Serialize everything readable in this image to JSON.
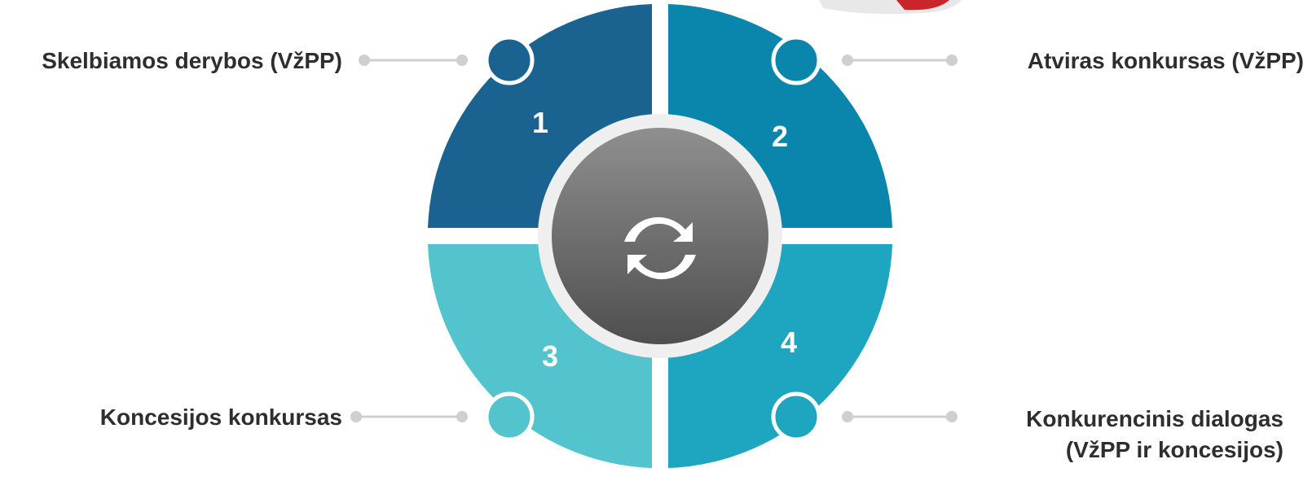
{
  "segments": [
    {
      "number": "1",
      "label": "Skelbiamos derybos (VžPP)",
      "color": "#1a6390"
    },
    {
      "number": "2",
      "label": "Atviras konkursas (VžPP)",
      "color": "#0a86ad"
    },
    {
      "number": "3",
      "label": "Koncesijos konkursas",
      "color": "#53c3cd"
    },
    {
      "number": "4",
      "label_line1": "Konkurencinis dialogas",
      "label_line2": "(VžPP ir koncesijos)",
      "color": "#1ea5c0"
    }
  ],
  "center_icon": "refresh-icon",
  "colors": {
    "center_fill_top": "#8f8f8f",
    "center_fill_bottom": "#4f4f4f",
    "ring": "#efefef",
    "connector": "#cfcfcf",
    "label_text": "#2e2e2e"
  }
}
